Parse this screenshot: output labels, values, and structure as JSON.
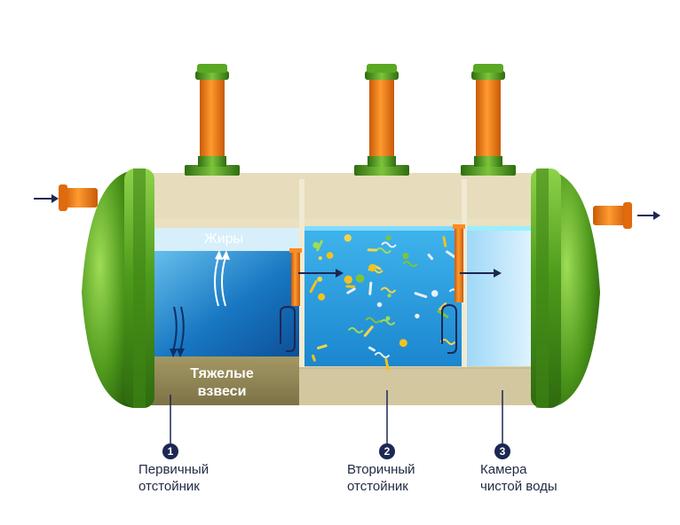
{
  "zones": {
    "fat": "Жиры",
    "heavy_line1": "Тяжелые",
    "heavy_line2": "взвеси"
  },
  "chambers": [
    {
      "number": "1",
      "line1": "Первичный",
      "line2": "отстойник"
    },
    {
      "number": "2",
      "line1": "Вторичный",
      "line2": "отстойник"
    },
    {
      "number": "3",
      "line1": "Камера",
      "line2": "чистой воды"
    }
  ],
  "colors": {
    "tank_green": "#4f9a1c",
    "pipe_orange": "#f07a12",
    "water_blue": "#1d8fd6",
    "clean_water": "#bfe6fb",
    "sediment": "#8f8457",
    "label_navy": "#1d2754"
  }
}
